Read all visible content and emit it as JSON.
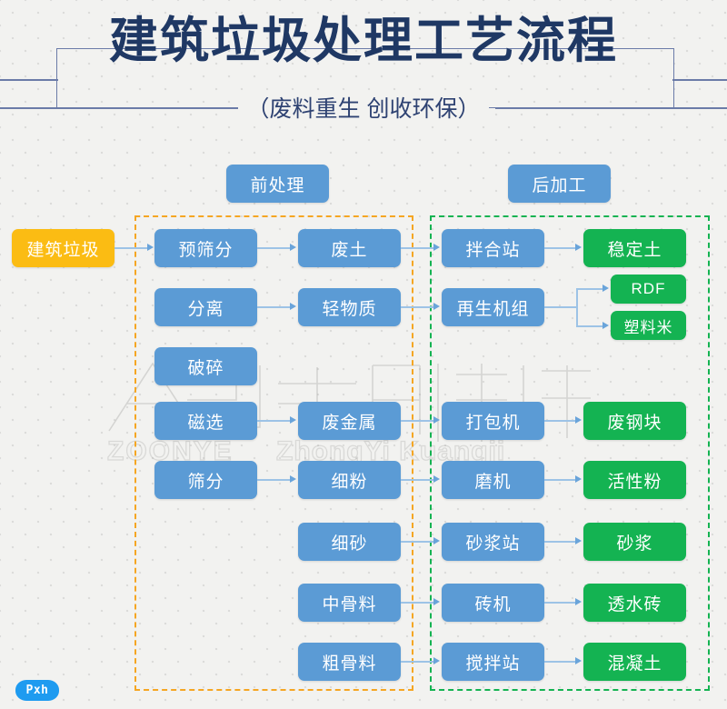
{
  "header": {
    "title": "建筑垃圾处理工艺流程",
    "subtitle": "（废料重生  创收环保）"
  },
  "groups": {
    "pre": {
      "label": "前处理",
      "border_color": "#f5a623"
    },
    "post": {
      "label": "后加工",
      "border_color": "#14b352"
    }
  },
  "colors": {
    "blue": "#5b9bd5",
    "green": "#14b352",
    "yellow": "#fbbc13",
    "title": "#1f3864",
    "connector": "#9dc3e6"
  },
  "input": {
    "label": "建筑垃圾"
  },
  "nodes": {
    "process": [
      {
        "label": "预筛分"
      },
      {
        "label": "分离"
      },
      {
        "label": "破碎"
      },
      {
        "label": "磁选"
      },
      {
        "label": "筛分"
      }
    ],
    "material": [
      {
        "label": "废土"
      },
      {
        "label": "轻物质"
      },
      {
        "label": "废金属"
      },
      {
        "label": "细粉"
      },
      {
        "label": "细砂"
      },
      {
        "label": "中骨料"
      },
      {
        "label": "粗骨料"
      }
    ],
    "equipment": [
      {
        "label": "拌合站"
      },
      {
        "label": "再生机组"
      },
      {
        "label": "打包机"
      },
      {
        "label": "磨机"
      },
      {
        "label": "砂浆站"
      },
      {
        "label": "砖机"
      },
      {
        "label": "搅拌站"
      }
    ],
    "product": [
      {
        "label": "稳定土"
      },
      {
        "label": "RDF"
      },
      {
        "label": "塑料米"
      },
      {
        "label": "废钢块"
      },
      {
        "label": "活性粉"
      },
      {
        "label": "砂浆"
      },
      {
        "label": "透水砖"
      },
      {
        "label": "混凝土"
      }
    ]
  },
  "watermark": {
    "cn": "中意矿机",
    "en_top": "ZOONYE",
    "en_bottom": "ZhongYi Kuangji"
  },
  "badge": {
    "label": "Pxh"
  }
}
